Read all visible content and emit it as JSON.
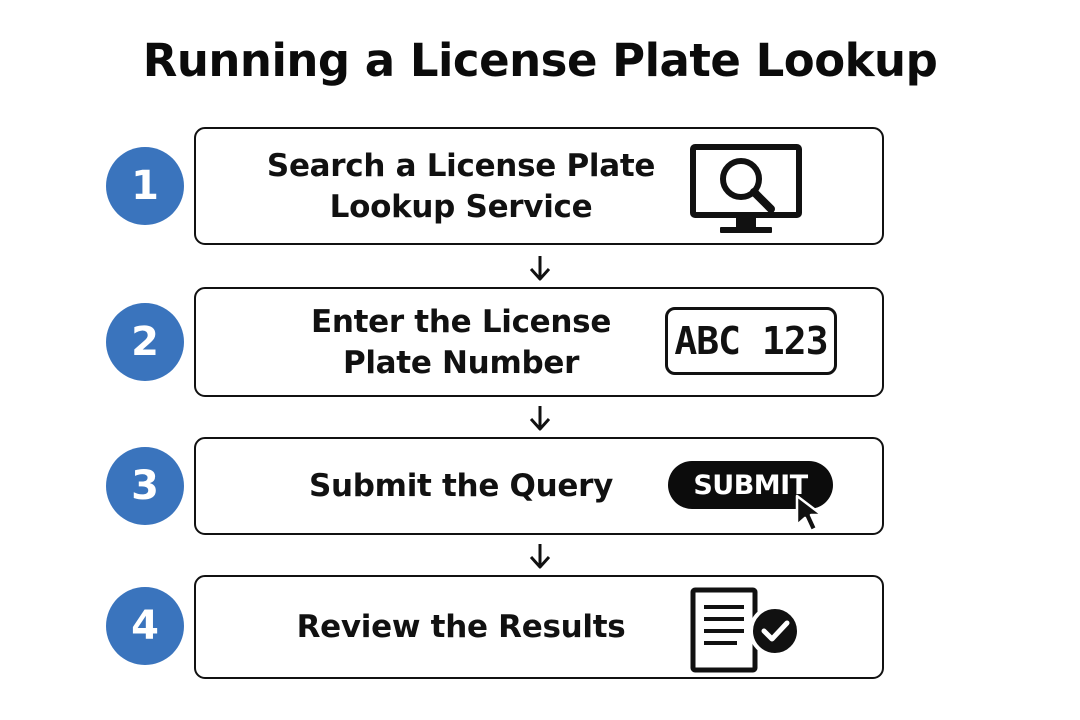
{
  "title": "Running a License Plate Lookup",
  "accent_color": "#3a74bd",
  "steps": [
    {
      "number": "1",
      "lines": [
        "Search a License Plate",
        "Lookup Service"
      ],
      "icon": "monitor-search-icon"
    },
    {
      "number": "2",
      "lines": [
        "Enter the License",
        "Plate Number"
      ],
      "icon": "license-plate-icon",
      "plate_text": "ABC 123"
    },
    {
      "number": "3",
      "lines": [
        "Submit the Query"
      ],
      "icon": "submit-button-icon",
      "button_label": "SUBMIT"
    },
    {
      "number": "4",
      "lines": [
        "Review the Results"
      ],
      "icon": "document-check-icon"
    }
  ]
}
